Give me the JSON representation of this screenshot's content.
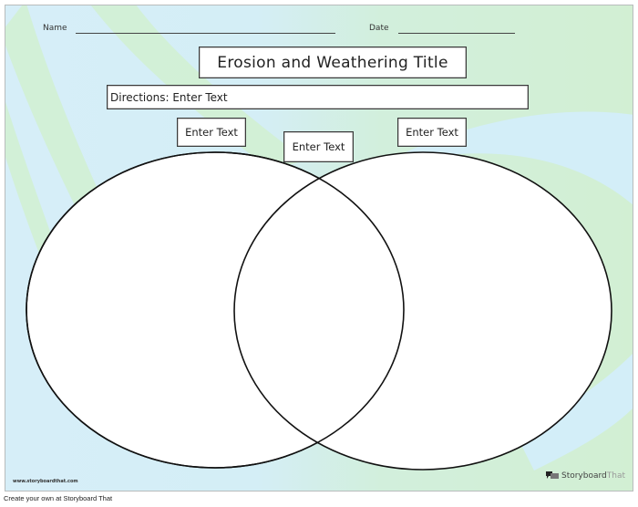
{
  "worksheet": {
    "fields": {
      "name_label": "Name",
      "date_label": "Date"
    },
    "title": "Erosion and Weathering Title",
    "directions": "Directions: Enter Text",
    "venn_labels": {
      "left": "Enter Text",
      "middle": "Enter Text",
      "right": "Enter Text"
    },
    "watermark_url": "www.storyboardthat.com",
    "brand": {
      "name_bold": "Storyboard",
      "name_light": "That",
      "icon": "speech-bubbles-icon"
    }
  },
  "footer": {
    "caption": "Create your own at Storyboard That"
  },
  "colors": {
    "band_blue": "#d6eef8",
    "band_green": "#d2efd3",
    "outline": "#111111",
    "frame_border": "#b8bcbc"
  }
}
